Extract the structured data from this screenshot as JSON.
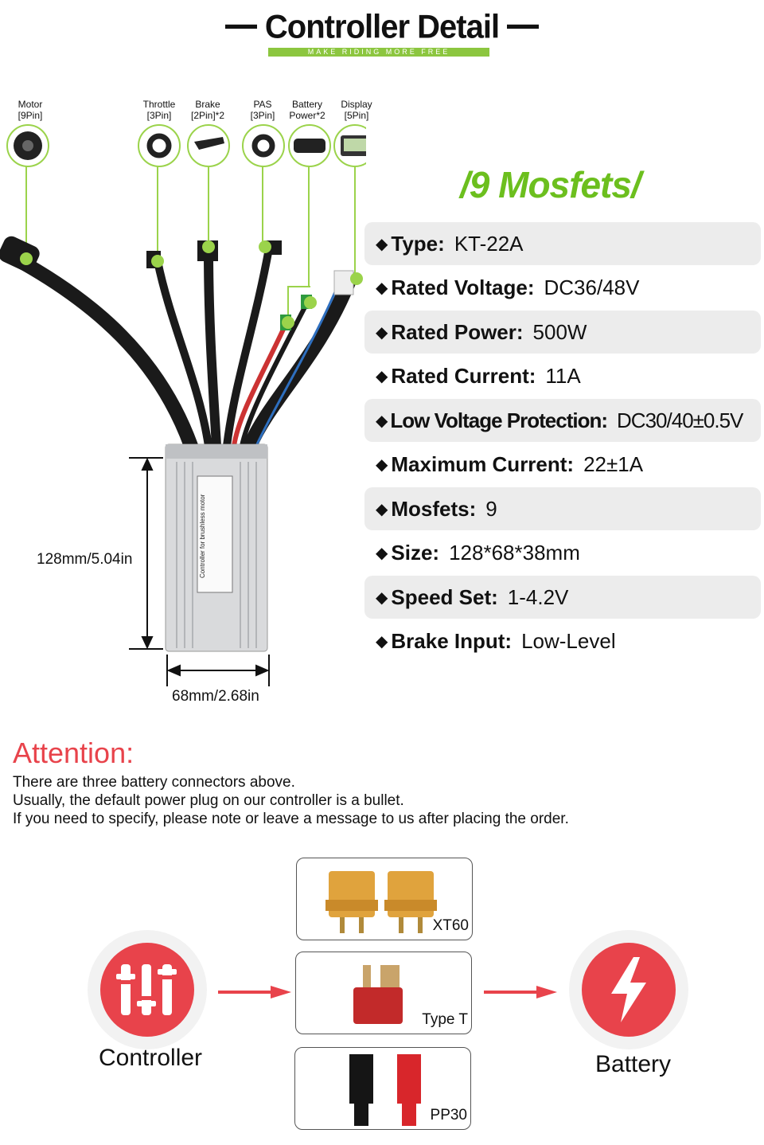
{
  "header": {
    "title": "Controller Detail",
    "slogan": "MAKE RIDING MORE FREE"
  },
  "ports": [
    {
      "name": "Motor",
      "pins": "[9Pin]"
    },
    {
      "name": "Throttle",
      "pins": "[3Pin]"
    },
    {
      "name": "Brake",
      "pins": "[2Pin]*2"
    },
    {
      "name": "PAS",
      "pins": "[3Pin]"
    },
    {
      "name": "Battery",
      "pins": "Power*2"
    },
    {
      "name": "Display",
      "pins": "[5Pin]"
    }
  ],
  "specs_heading": "/9 Mosfets/",
  "specs": [
    {
      "key": "Type:",
      "value": "KT-22A"
    },
    {
      "key": "Rated Voltage:",
      "value": "DC36/48V"
    },
    {
      "key": "Rated Power:",
      "value": "500W"
    },
    {
      "key": "Rated Current:",
      "value": "11A"
    },
    {
      "key": "Low Voltage Protection:",
      "value": "DC30/40±0.5V"
    },
    {
      "key": "Maximum Current:",
      "value": "22±1A"
    },
    {
      "key": "Mosfets:",
      "value": "9"
    },
    {
      "key": "Size:",
      "value": "128*68*38mm"
    },
    {
      "key": "Speed Set:",
      "value": "1-4.2V"
    },
    {
      "key": "Brake Input:",
      "value": "Low-Level"
    }
  ],
  "dimensions": {
    "height": "128mm/5.04in",
    "width": "68mm/2.68in"
  },
  "controller_label": "Controller for brushless motor",
  "attention": {
    "title": "Attention:",
    "lines": [
      "There are three battery connectors above.",
      "Usually, the default power plug on our controller is a bullet.",
      "If you need to specify, please note or leave a message to us after placing the order."
    ]
  },
  "connectors": {
    "controller_label": "Controller",
    "battery_label": "Battery",
    "options": [
      {
        "label": "XT60"
      },
      {
        "label": "Type T"
      },
      {
        "label": "PP30"
      }
    ]
  },
  "colors": {
    "accent_green": "#8cc63f",
    "heading_green": "#6cbf1e",
    "attention_red": "#e8434b"
  }
}
